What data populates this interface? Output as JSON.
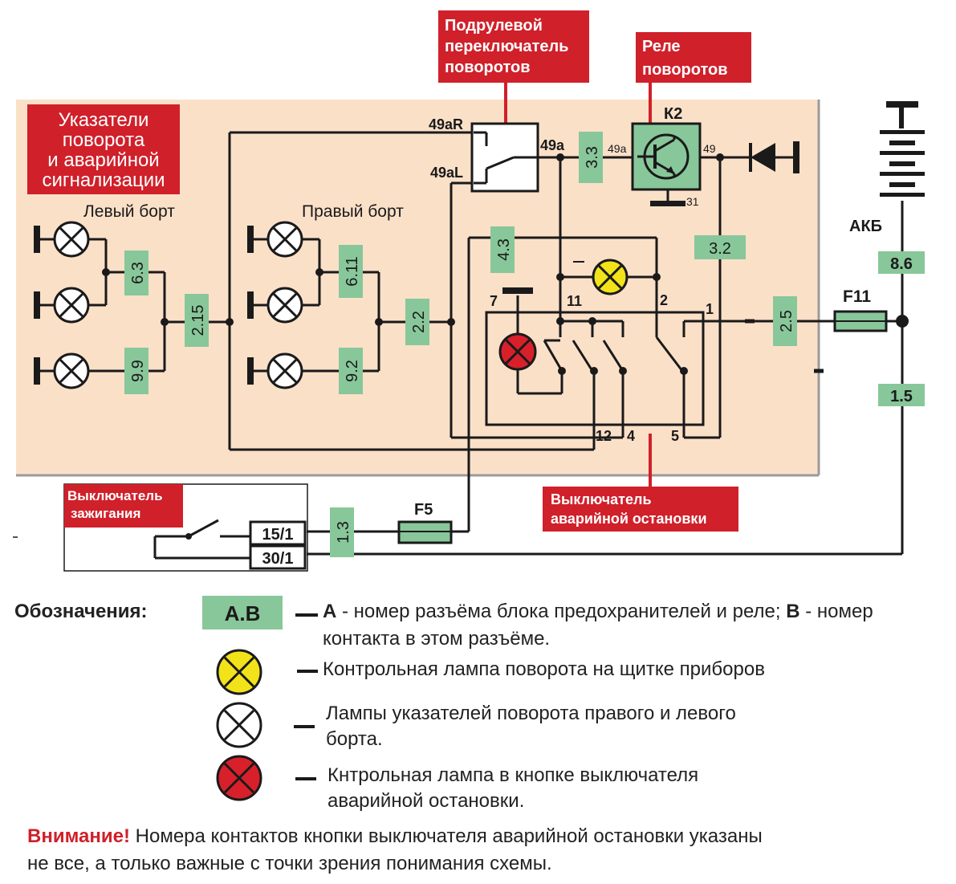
{
  "title_box": {
    "lines": [
      "Указатели",
      "поворота",
      "и аварийной",
      "сигнализации"
    ]
  },
  "callouts": {
    "steering_switch": [
      "Подрулевой",
      "переключатель",
      "поворотов"
    ],
    "relay": [
      "Реле",
      "поворотов"
    ],
    "hazard_switch": [
      "Выключатель",
      "аварийной остановки"
    ],
    "ignition": [
      "Выключатель",
      "зажигания"
    ]
  },
  "sides": {
    "left": "Левый борт",
    "right": "Правый борт"
  },
  "connectors": {
    "c63": "6.3",
    "c99": "9.9",
    "c215": "2.15",
    "c611": "6.11",
    "c92": "9.2",
    "c22": "2.2",
    "c43": "4.3",
    "c33": "3.3",
    "c32": "3.2",
    "c25": "2.5",
    "c86": "8.6",
    "c15": "1.5",
    "c13": "1.3"
  },
  "labels": {
    "p49aR": "49aR",
    "p49aL": "49aL",
    "p49a": "49a",
    "p49a_relay": "49a",
    "p49": "49",
    "p31": "31",
    "k2": "К2",
    "akb": "АКБ",
    "f11": "F11",
    "f5": "F5",
    "t7": "7",
    "t11": "11",
    "t2": "2",
    "t1": "1",
    "t12": "12",
    "t4": "4",
    "t5": "5",
    "ign_151": "15/1",
    "ign_301": "30/1"
  },
  "legend": {
    "title": "Обозначения:",
    "sample": "А.В",
    "item1_a": "А",
    "item1_text1": " - номер разъёма блока предохранителей и реле; ",
    "item1_b": "В",
    "item1_text2": " - номер",
    "item1_line2": "контакта в этом разъёме.",
    "item2": "Контрольная лампа поворота на щитке приборов",
    "item3_line1": "Лампы указателей поворота правого и левого",
    "item3_line2": "борта.",
    "item4_line1": "Кнтрольная лампа в кнопке выключателя",
    "item4_line2": "аварийной остановки."
  },
  "warning": {
    "label": "Внимание!",
    "line1": " Номера контактов кнопки выключателя аварийной остановки указаны",
    "line2": "не все, а только важные с точки зрения понимания схемы."
  },
  "colors": {
    "panel": "#fbe0c8",
    "red": "#d0202a",
    "connector": "#88c79a",
    "lamp_yellow": "#f2e21a",
    "lamp_red": "#d8202a"
  }
}
